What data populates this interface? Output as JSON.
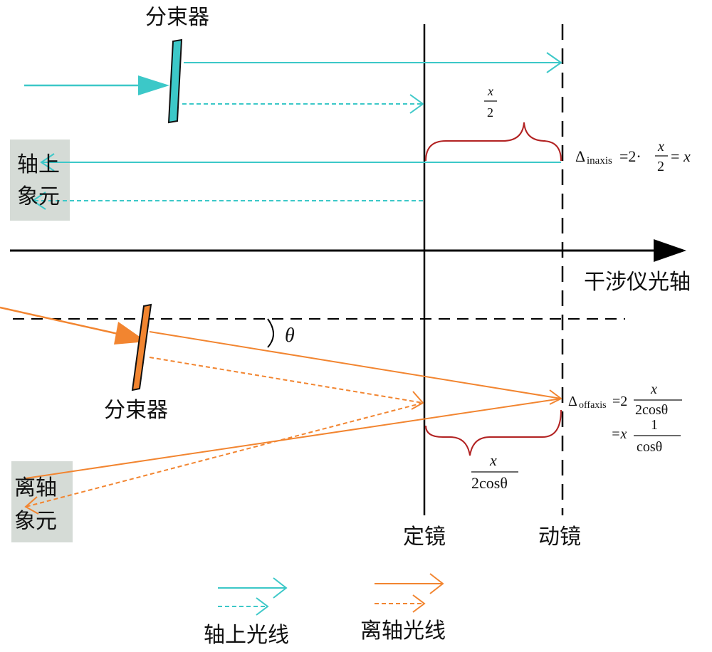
{
  "labels": {
    "beamsplitter_top": "分束器",
    "beamsplitter_bottom": "分束器",
    "onaxis_pixel_line1": "轴上",
    "onaxis_pixel_line2": "象元",
    "offaxis_pixel_line1": "离轴",
    "offaxis_pixel_line2": "象元",
    "optical_axis": "干涉仪光轴",
    "fixed_mirror": "定镜",
    "moving_mirror": "动镜",
    "theta": "θ"
  },
  "formulas": {
    "half_x_num": "x",
    "half_x_den": "2",
    "delta_symbol": "Δ",
    "inaxis_sub": "inaxis",
    "inaxis_eq": "=2·",
    "inaxis_frac_num": "x",
    "inaxis_frac_den": "2",
    "inaxis_result_eq": "=",
    "inaxis_result_x": "x",
    "offaxis_sub": "offaxis",
    "offaxis_eq": "=2",
    "offaxis_frac_num": "x",
    "offaxis_frac_den": "2cosθ",
    "offaxis_line2_eq": "=x",
    "offaxis_line2_num": "1",
    "offaxis_line2_den": "cosθ",
    "bottom_brace_num": "x",
    "bottom_brace_den": "2cosθ"
  },
  "legend": {
    "onaxis_label": "轴上光线",
    "offaxis_label": "离轴光线"
  },
  "colors": {
    "onaxis": "#3cc8c8",
    "offaxis": "#f28530",
    "brace": "#b22222",
    "pixel_box": "#d5dbd6",
    "axis": "#000000"
  }
}
